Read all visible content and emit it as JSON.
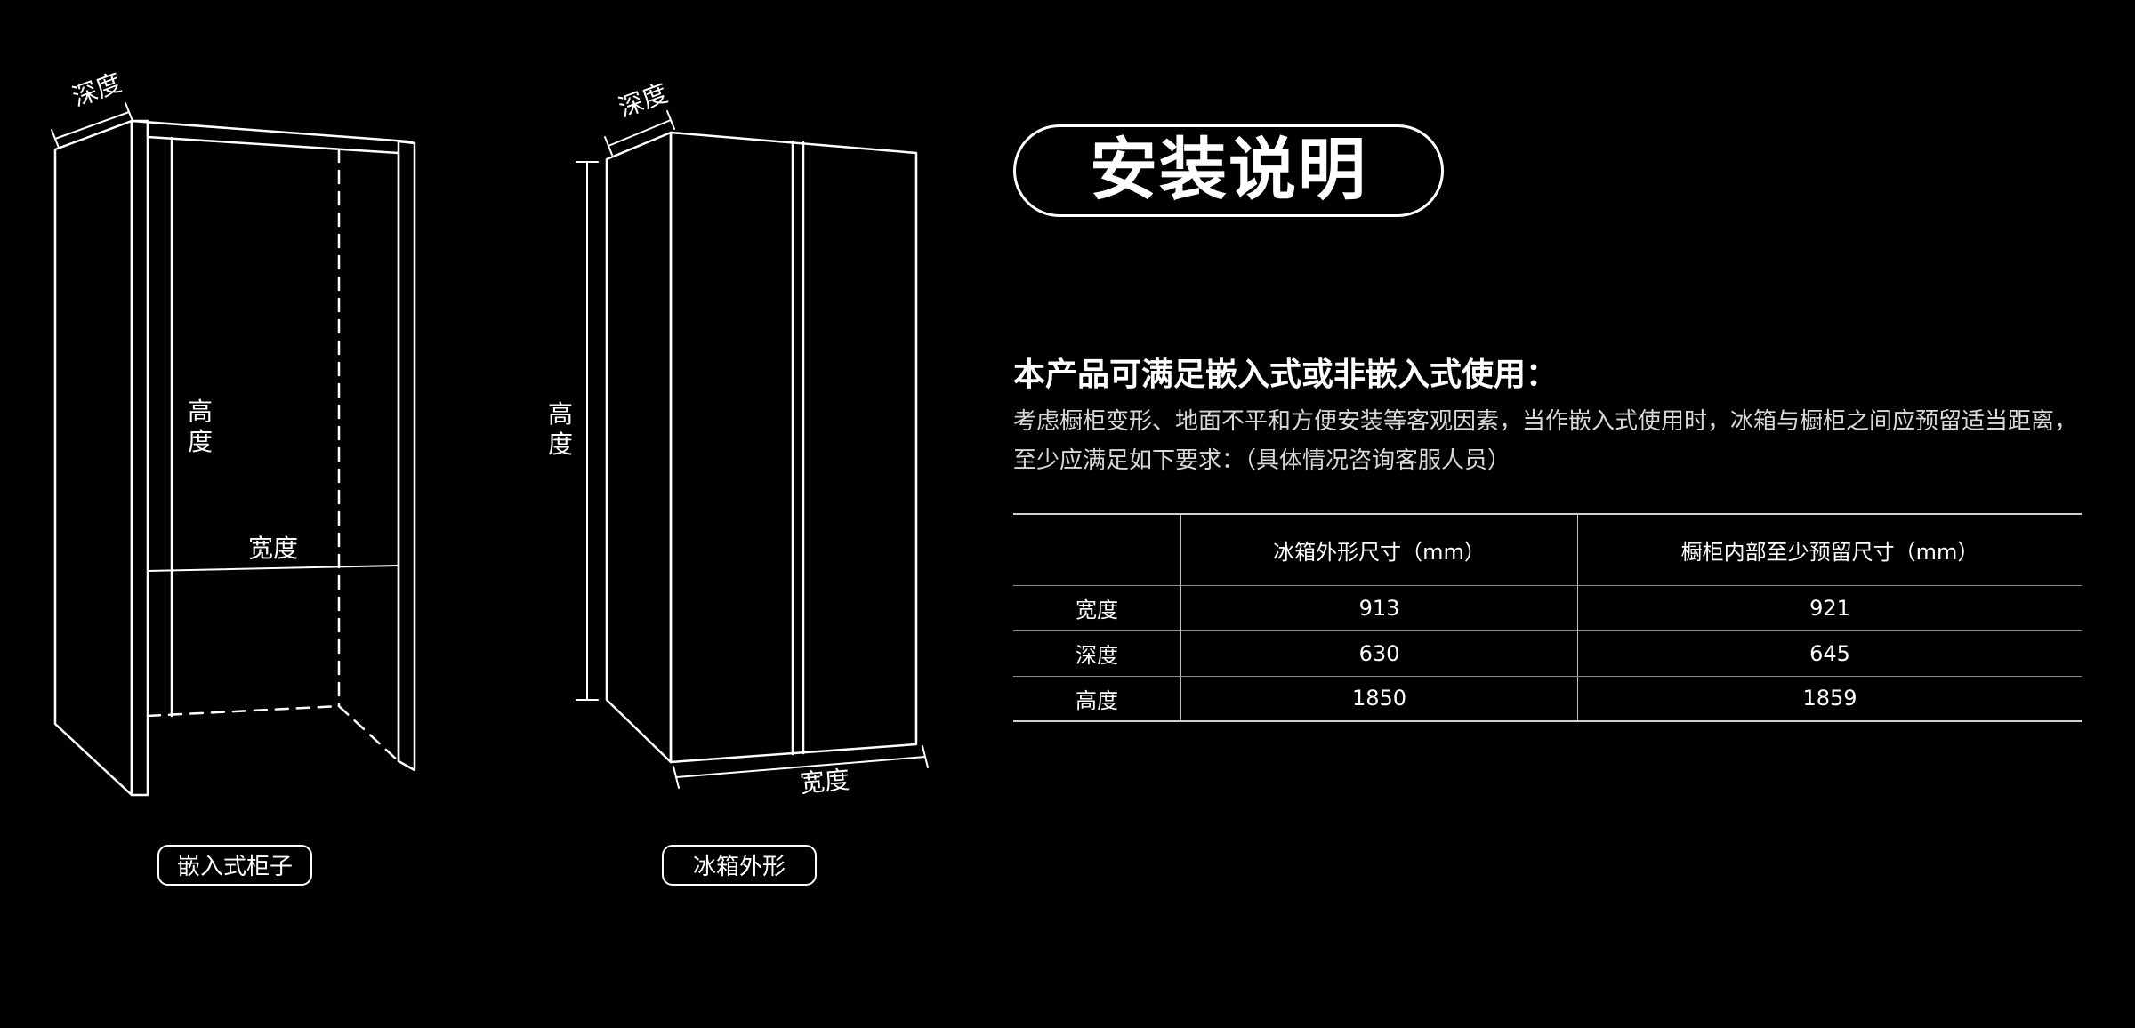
{
  "diagram": {
    "cabinet": {
      "depth_label": "深度",
      "height_label": "高度",
      "width_label": "宽度",
      "caption": "嵌入式柜子"
    },
    "fridge": {
      "depth_label": "深度",
      "height_label": "高度",
      "width_label": "宽度",
      "caption": "冰箱外形"
    },
    "line_color": "#ffffff"
  },
  "title": "安装说明",
  "subtitle": "本产品可满足嵌入式或非嵌入式使用：",
  "description": {
    "line1": "考虑橱柜变形、地面不平和方便安装等客观因素，当作嵌入式使用时，冰箱与橱柜之间应预留适当距离，",
    "line2": "至少应满足如下要求：（具体情况咨询客服人员）"
  },
  "table": {
    "headers": [
      "",
      "冰箱外形尺寸（mm）",
      "橱柜内部至少预留尺寸（mm）"
    ],
    "rows": [
      {
        "label": "宽度",
        "fridge": "913",
        "cabinet": "921"
      },
      {
        "label": "深度",
        "fridge": "630",
        "cabinet": "645"
      },
      {
        "label": "高度",
        "fridge": "1850",
        "cabinet": "1859"
      }
    ]
  },
  "colors": {
    "background": "#000000",
    "foreground": "#ffffff"
  }
}
